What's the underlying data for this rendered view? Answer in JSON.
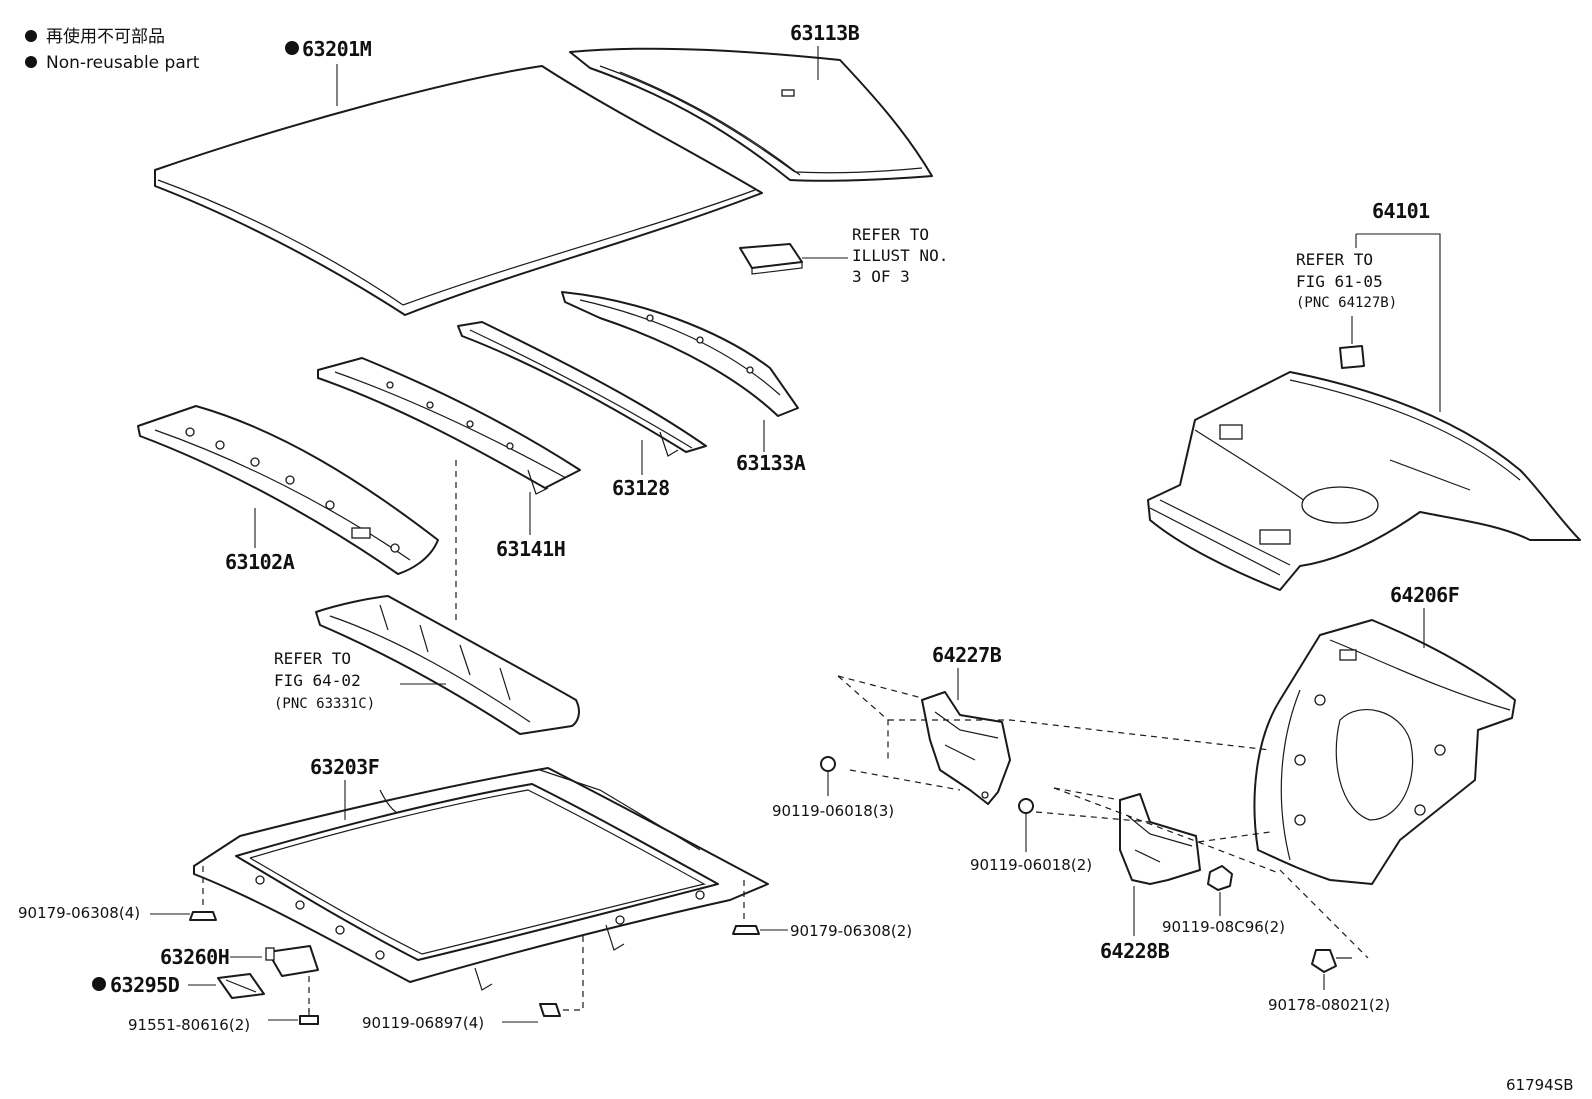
{
  "legend": {
    "jp": "再使用不可部品",
    "en": "Non-reusable part"
  },
  "parts": {
    "roof_panel": "63201M",
    "roof_side_rail": "63113B",
    "header_rear": "63133A",
    "roof_bow": "63128",
    "roof_bow_141": "63141H",
    "front_header": "63102A",
    "sunroof_housing": "63203F",
    "drain_clip": "63260H",
    "block": "63295D",
    "floor_pan": "64101",
    "quarter_inner": "64206F",
    "bracket_227": "64227B",
    "bracket_228": "64228B"
  },
  "fasteners": {
    "nut_left": "90179-06308(4)",
    "nut_right": "90179-06308(2)",
    "screw_left": "91551-80616(2)",
    "bolt_bottom": "90119-06897(4)",
    "bolt_227": "90119-06018(3)",
    "bolt_228": "90119-06018(2)",
    "nut_08c96": "90119-08C96(2)",
    "bolt_08021": "90178-08021(2)"
  },
  "refs": {
    "illust": [
      "REFER TO",
      "ILLUST NO.",
      "3 OF 3"
    ],
    "fig6402": [
      "REFER TO",
      "FIG 64-02",
      "(PNC 63331C)"
    ],
    "fig6105": [
      "REFER TO",
      "FIG 61-05",
      "(PNC 64127B)"
    ]
  },
  "figure_code": "61794SB"
}
